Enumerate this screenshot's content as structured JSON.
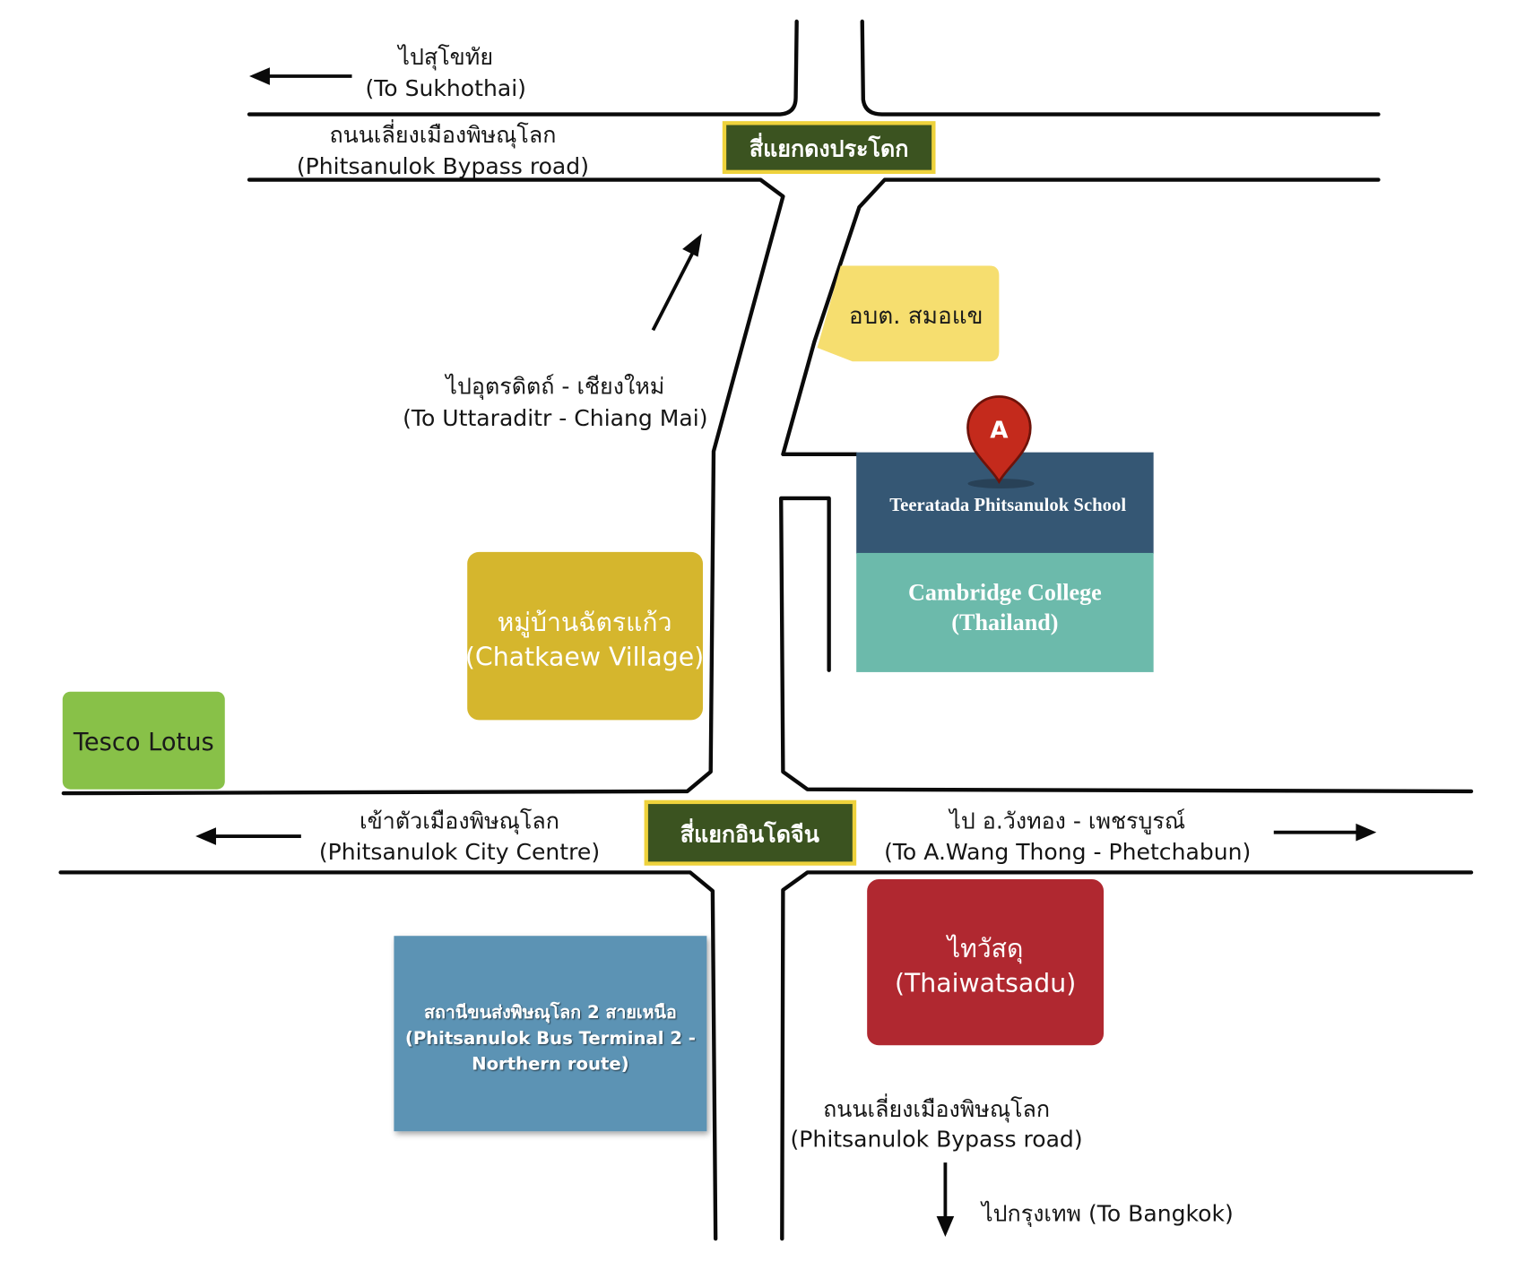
{
  "map": {
    "labels": {
      "sukhothai": {
        "th": "ไปสุโขทัย",
        "en": "(To Sukhothai)"
      },
      "bypass_north": {
        "th": "ถนนเลี่ยงเมืองพิษณุโลก",
        "en": "(Phitsanulok Bypass road)"
      },
      "uttaradit": {
        "th": "ไปอุตรดิตถ์ - เชียงใหม่",
        "en": "(To Uttaraditr - Chiang Mai)"
      },
      "city_centre": {
        "th": "เข้าตัวเมืองพิษณุโลก",
        "en": "(Phitsanulok City Centre)"
      },
      "wang_thong": {
        "th": "ไป อ.วังทอง - เพชรบูรณ์",
        "en": "(To A.Wang Thong - Phetchabun)"
      },
      "bypass_south": {
        "th": "ถนนเลี่ยงเมืองพิษณุโลก",
        "en": "(Phitsanulok Bypass road)"
      },
      "bangkok": "ไปกรุงเทพ (To Bangkok)"
    },
    "intersections": {
      "north": "สี่แยกดงประโดก",
      "south": "สี่แยกอินโดจีน"
    },
    "places": {
      "sub_district_office": "อบต. สมอแข",
      "school": "Teeratada Phitsanulok School",
      "college": {
        "line1": "Cambridge College",
        "line2": "(Thailand)"
      },
      "village": {
        "th": "หมู่บ้านฉัตรแก้ว",
        "en": "(Chatkaew Village)"
      },
      "tesco": "Tesco Lotus",
      "thaiwatsadu": {
        "th": "ไทวัสดุ",
        "en": "(Thaiwatsadu)"
      },
      "bus_terminal": {
        "line1": "สถานีขนส่งพิษณุโลก 2 สายเหนือ",
        "line2": "(Phitsanulok Bus Terminal 2 -",
        "line3": "Northern route)"
      }
    },
    "marker": {
      "letter": "A",
      "icon": "map-pin-icon"
    },
    "icons": [
      "arrow-left-icon",
      "arrow-up-right-icon",
      "arrow-right-icon",
      "arrow-down-icon",
      "map-pin-icon"
    ],
    "colors": {
      "sign_fill": "#3b5320",
      "sign_border": "#eed23c",
      "sub_district_office": "#f6de6f",
      "school": "#355774",
      "college": "#6cbaab",
      "village": "#d5b62d",
      "tesco": "#88c148",
      "thaiwatsadu": "#b02830",
      "bus_terminal": "#5b93b4",
      "marker": "#c42a1c"
    }
  }
}
